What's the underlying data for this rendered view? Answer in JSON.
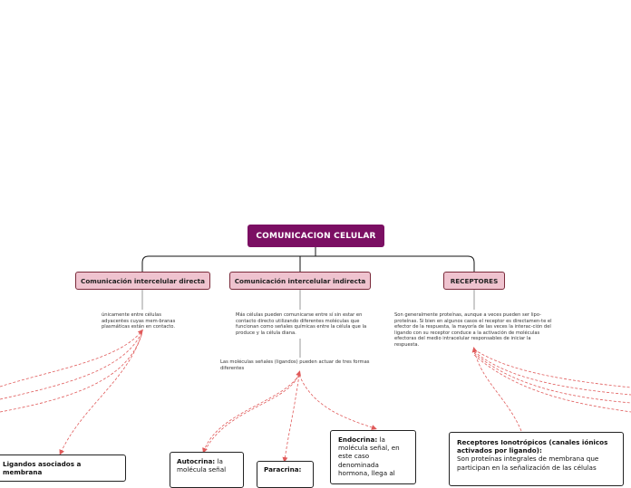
{
  "root": {
    "title": "COMUNICACION CELULAR"
  },
  "categories": [
    {
      "label": "Comunicación intercelular directa"
    },
    {
      "label": "Comunicación intercelular indirecta"
    },
    {
      "label": "RECEPTORES"
    }
  ],
  "notes": {
    "directa": "únicamente entre células adyacentes cuyas mem-branas plasmáticas están en contacto.",
    "indirecta": "Más células pueden comunicarse entre sí sin estar en contacto directo utilizando diferentes moléculas que funcionan como señales químicas entre la célula que la produce y la célula diana.",
    "receptores": "Son generalmente proteínas, aunque a veces pueden ser lipo-proteínas. Si bien en algunos casos el receptor es directamen-te el efector de la respuesta, la mayoría de las veces la interac-ción del ligando con su receptor conduce a la activación de moléculas efectoras del medio intracelular responsables de iniciar la respuesta.",
    "ligandos_formas": "Las moléculas señales (ligandos) pueden actuar de tres formas diferentes"
  },
  "boxes": {
    "ligandos_membrana": {
      "title": "Ligandos asociados a membrana"
    },
    "autocrina": {
      "title": "Autocrina:",
      "text": "la molécula señal"
    },
    "paracrina": {
      "title": "Paracrina:"
    },
    "endocrina": {
      "title": "Endocrina:",
      "text": "la molécula señal, en este caso denominada hormona, llega al"
    },
    "ionotropicos": {
      "title": "Receptores Ionotrópicos (canales iónicos activados por ligando):",
      "text": "Son proteínas integrales de membrana que participan en la señalización de las células"
    }
  },
  "colors": {
    "root_bg": "#7b0f63",
    "category_bg": "#efc3cf",
    "tree_line": "#111111",
    "dashed_link": "#e05a5a"
  }
}
